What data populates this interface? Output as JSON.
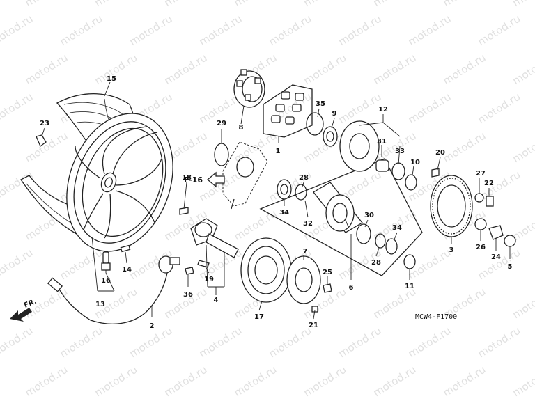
{
  "diagram": {
    "watermark": "motod.ru",
    "drawing_code": "MCW4-F1700",
    "ref_label": "F-16",
    "direction_label": "FR.",
    "callouts": {
      "c1": "1",
      "c2": "2",
      "c3": "3",
      "c4": "4",
      "c5": "5",
      "c6": "6",
      "c7": "7",
      "c8": "8",
      "c9": "9",
      "c10": "10",
      "c11": "11",
      "c12": "12",
      "c13": "13",
      "c14": "14",
      "c15": "15",
      "c16": "16",
      "c17": "17",
      "c18": "18",
      "c19": "19",
      "c20": "20",
      "c21": "21",
      "c22": "22",
      "c23": "23",
      "c24": "24",
      "c25": "25",
      "c26": "26",
      "c27": "27",
      "c28a": "28",
      "c28b": "28",
      "c29": "29",
      "c30": "30",
      "c31": "31",
      "c32": "32",
      "c33": "33",
      "c34a": "34",
      "c34b": "34",
      "c35": "35",
      "c36": "36"
    }
  }
}
